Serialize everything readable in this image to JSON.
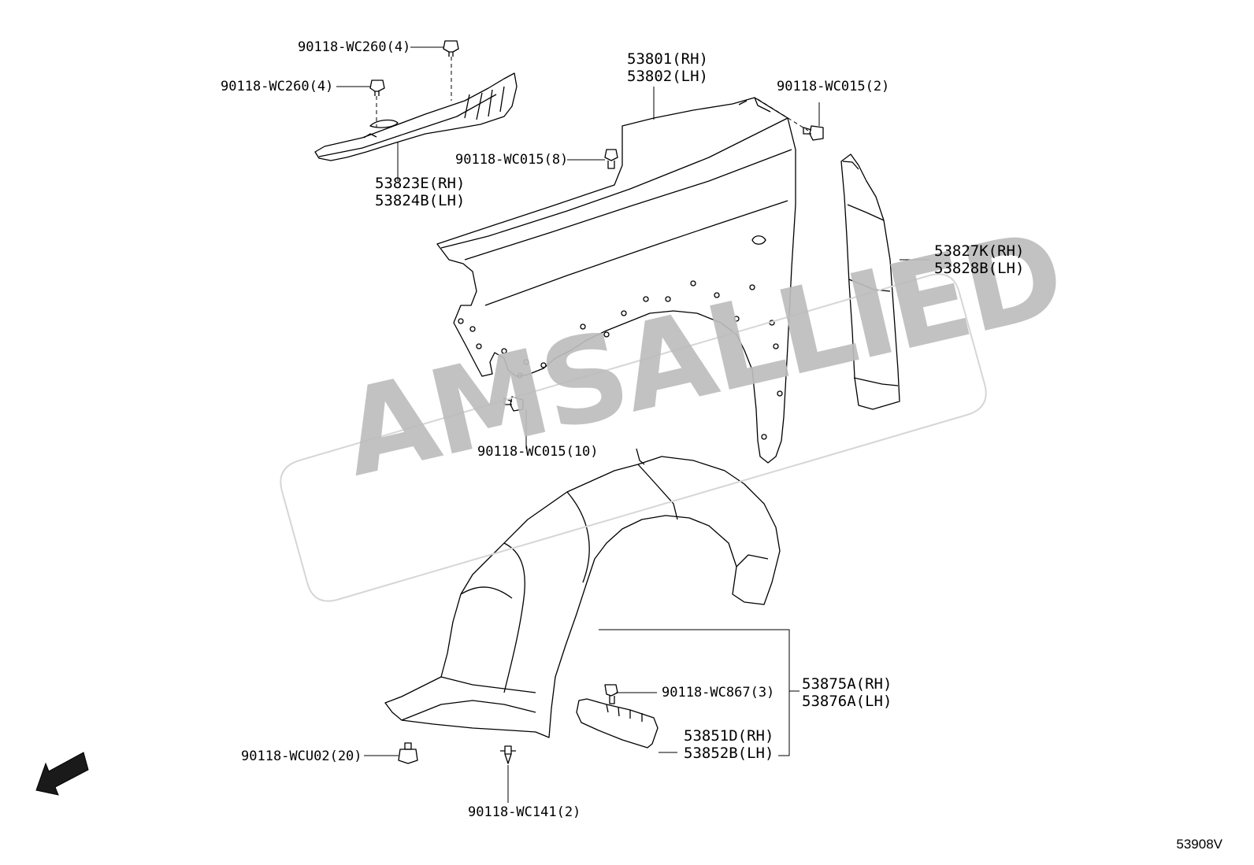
{
  "watermark": "AMSALLIED",
  "fwd_label": "FWD",
  "drawing_id": "53908V",
  "labels": {
    "clip_wc260_top": "90118-WC260(4)",
    "clip_wc260_left": "90118-WC260(4)",
    "seal_rh": "53823E(RH)",
    "seal_lh": "53824B(LH)",
    "fender_rh": "53801(RH)",
    "fender_lh": "53802(LH)",
    "bolt_wc015_2": "90118-WC015(2)",
    "bolt_wc015_8": "90118-WC015(8)",
    "liner_side_rh": "53827K(RH)",
    "liner_side_lh": "53828B(LH)",
    "bolt_wc015_10": "90118-WC015(10)",
    "liner_rh": "53875A(RH)",
    "liner_lh": "53876A(LH)",
    "clip_wc867": "90118-WC867(3)",
    "splash_rh": "53851D(RH)",
    "splash_lh": "53852B(LH)",
    "clip_wcu02": "90118-WCU02(20)",
    "clip_wc141": "90118-WC141(2)"
  }
}
